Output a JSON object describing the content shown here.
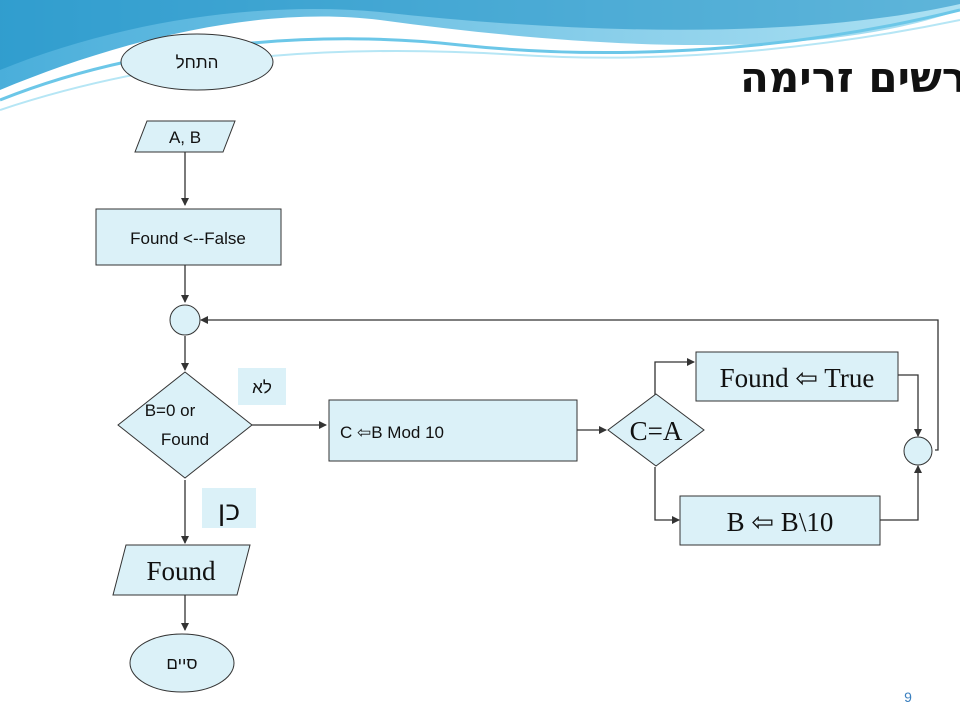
{
  "slide": {
    "title": "תרשים זרימה",
    "page_number": "9"
  },
  "flowchart": {
    "start": "התחל",
    "input": "A, B",
    "init": "Found <--False",
    "condition_line1": "B=0 or",
    "condition_line2": "Found",
    "no_label": "לא",
    "yes_label": "כן",
    "assign_c": "C ⇦B Mod 10",
    "compare": "C=A",
    "set_found": "Found  ⇦ True",
    "divide_b": "B  ⇦ B\\10",
    "output": "Found",
    "end": "סיים"
  },
  "colors": {
    "shape_fill": "#dbf1f8",
    "accent": "#35a8d6"
  }
}
